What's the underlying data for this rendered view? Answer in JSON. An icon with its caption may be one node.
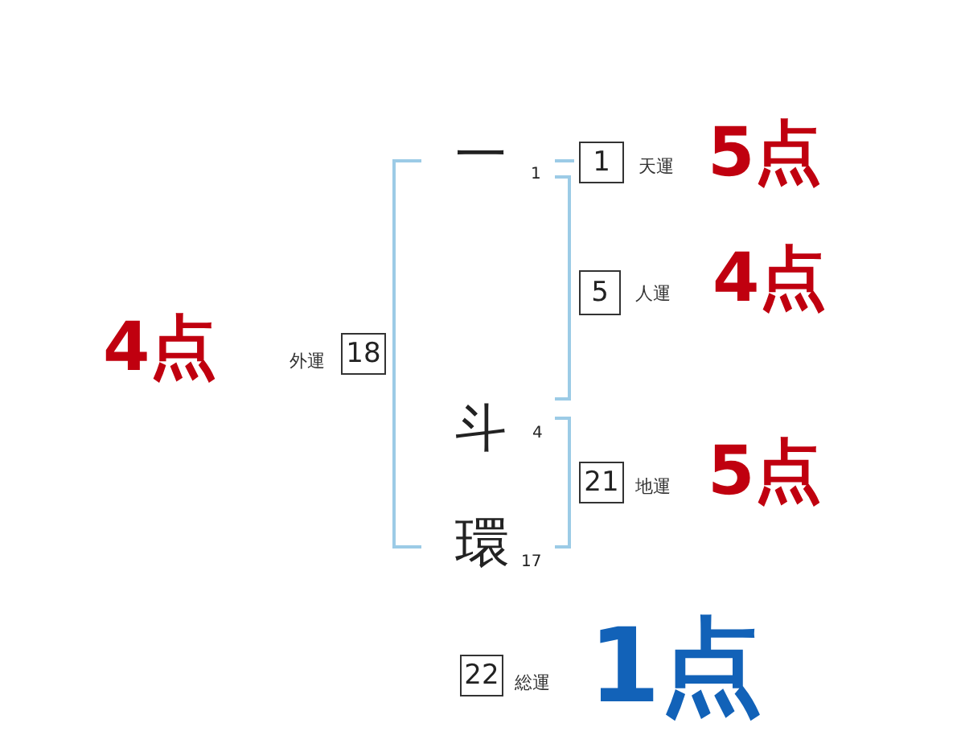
{
  "diagram": {
    "nodes": [
      {
        "text": [
          "1"
        ],
        "beside": [
          "天運",
          "5点"
        ]
      },
      {
        "text": [
          "5"
        ],
        "beside": [
          "人運",
          "4点"
        ]
      },
      {
        "text": [
          "18"
        ],
        "beside": [
          "外運",
          "4点"
        ]
      },
      {
        "text": [
          "21"
        ],
        "beside": [
          "地運",
          "5点"
        ]
      },
      {
        "text": [
          "22"
        ],
        "beside": [
          "総運",
          "1点"
        ]
      }
    ],
    "labels": [
      "一",
      "1",
      "斗",
      "4",
      "環",
      "17"
    ]
  }
}
